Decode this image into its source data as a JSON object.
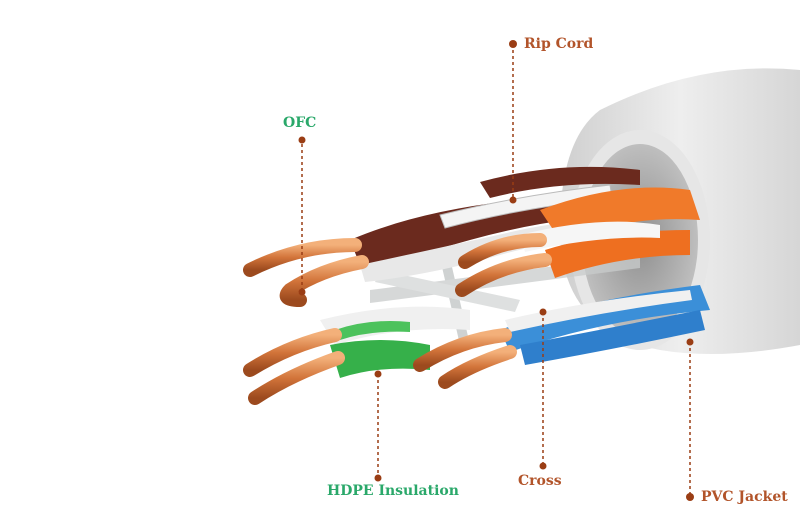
{
  "labels": {
    "rip_cord": "Rip Cord",
    "ofc": "OFC",
    "hdpe_insulation": "HDPE Insulation",
    "cross": "Cross",
    "pvc_jacket": "PVC Jacket"
  },
  "colors": {
    "green_label": "#2aa86a",
    "brown_label": "#b2542a",
    "leader_line": "#9a3d14",
    "jacket": "#dcdcdc",
    "copper": "#d9814a",
    "orange_pair": "#f07a2a",
    "blue_pair": "#3b8fd8",
    "green_pair": "#36b04a",
    "brown_pair": "#6b2a1e"
  }
}
